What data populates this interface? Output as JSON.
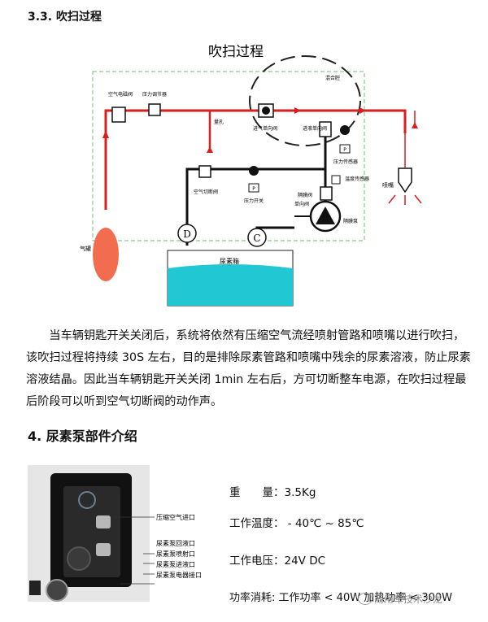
{
  "section_3_3": {
    "heading": "3.3.  吹扫过程"
  },
  "diagram": {
    "title": "吹扫过程",
    "labels": {
      "air_solenoid": "空气电磁阀",
      "pressure_regulator": "压力调节器",
      "orifice": "量孔",
      "air_check_valve": "进气单向阀",
      "liquid_check_valve": "进液单向阀",
      "mixing_chamber": "混合腔",
      "pressure_sensor": "压力传感器",
      "temp_sensor": "温度传感器",
      "air_shutoff": "空气切断阀",
      "pressure_switch": "压力开关",
      "diaphragm_valve": "隔膜阀",
      "check_valve": "单向阀",
      "diaphragm_pump": "隔膜泵",
      "urea_tank": "尿素箱",
      "nozzle": "喷嘴",
      "gas_tank": "气罐",
      "d_letter": "D",
      "c_letter": "C",
      "p_letter": "P"
    }
  },
  "paragraph": {
    "text": "当车辆钥匙开关关闭后，系统将依然有压缩空气流经喷射管路和喷嘴以进行吹扫，该吹扫过程将持续 30S 左右，目的是排除尿素管路和喷嘴中残余的尿素溶液，防止尿素溶液结晶。因此当车辆钥匙开关关闭 1min 左右后，方可切断整车电源，在吹扫过程最后阶段可以听到空气切断阀的动作声。"
  },
  "section_4": {
    "heading": "4.  尿素泵部件介绍"
  },
  "pump_photo": {
    "labels": [
      "压缩空气进口",
      "尿素泵回液口",
      "尿素泵喷射口",
      "尿素泵进液口",
      "尿素泵电器接口"
    ]
  },
  "specs": [
    {
      "label": "重　　量：",
      "value": "3.5Kg"
    },
    {
      "label": "工作温度：",
      "value": " - 40℃ ~ 85℃"
    },
    {
      "label": "工作电压：",
      "value": "24V DC"
    },
    {
      "label": "功率消耗:  ",
      "value": "工作功率 < 40W  加热功率 < 300W"
    }
  ],
  "watermark": {
    "text": "商用车技术沙龙"
  },
  "colors": {
    "air_line": "#d81e1e",
    "urea_line": "#111111",
    "enclosure": "#6fbf73",
    "tank_liquid": "#22c7d4",
    "gas_tank": "#f26d4f"
  }
}
